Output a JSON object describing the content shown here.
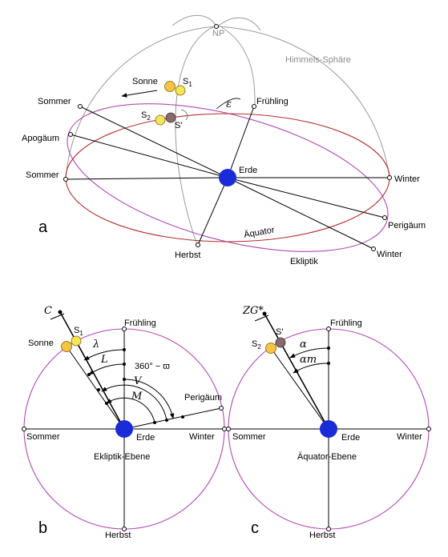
{
  "colors": {
    "ecliptic": "#b04bb0",
    "equator": "#b03030",
    "sphere": "#9a9a9a",
    "earth": "#1a2bd8",
    "sun": "#f4c442",
    "sun_mean": "#f2e65c",
    "mean_point": "#8a6a6a",
    "line": "#000000"
  },
  "panel_a": {
    "label": "a",
    "np": "NP",
    "sphere": "Himmels-Sphäre",
    "sonne": "Sonne",
    "s1": "S",
    "s1_sub": "1",
    "s2": "S",
    "s2_sub": "2",
    "s_prime": "S'",
    "epsilon": "ε",
    "fruehling": "Frühling",
    "sommer_top": "Sommer",
    "apogaeum": "Apogäum",
    "sommer_left": "Sommer",
    "erde": "Erde",
    "winter_right": "Winter",
    "perigaeum": "Perigäum",
    "aequator": "Äquator",
    "herbst": "Herbst",
    "ekliptik": "Ekliptik",
    "winter_bottom": "Winter"
  },
  "panel_b": {
    "label": "b",
    "c": "C",
    "sonne": "Sonne",
    "s1": "S",
    "s1_sub": "1",
    "fruehling": "Frühling",
    "lambda": "λ",
    "l": "L",
    "omega": "360° − ϖ",
    "v": "V",
    "m": "M",
    "perigaeum": "Perigäum",
    "sommer": "Sommer",
    "erde": "Erde",
    "winter": "Winter",
    "plane": "Ekliptik-Ebene",
    "herbst": "Herbst"
  },
  "panel_c": {
    "label": "c",
    "zg": "ZG*",
    "s2": "S",
    "s2_sub": "2",
    "s_prime": "S'",
    "fruehling": "Frühling",
    "alpha": "α",
    "alpha_m": "αm",
    "sommer": "Sommer",
    "erde": "Erde",
    "winter": "Winter",
    "plane": "Äquator-Ebene",
    "herbst": "Herbst"
  }
}
